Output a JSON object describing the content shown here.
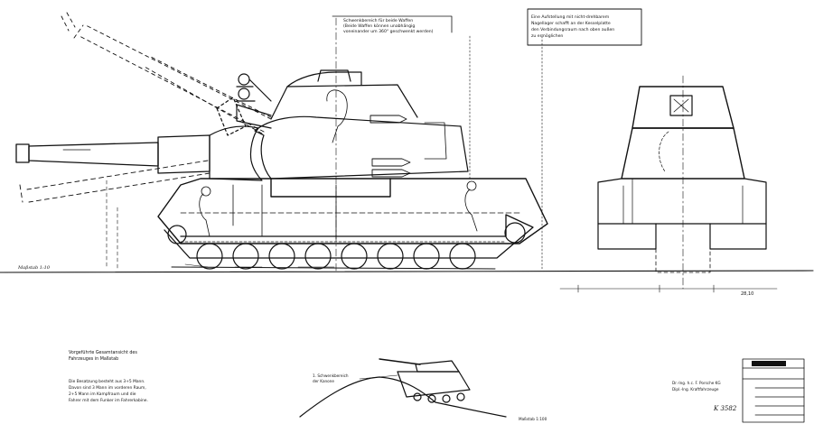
{
  "drawing": {
    "notes": {
      "weapon_note": [
        "Schwenkbereich für beide Waffen",
        "(Beide Waffen können unabhängig",
        "voneinander um 360° geschwenkt werden)"
      ],
      "turret_note": [
        "Eine Aufstellung mit nicht-drehbarem",
        "Nagellager schafft an der Kesselplatte",
        "den Verbindungsraum nach oben außen",
        "zu ermöglichen"
      ],
      "scale_main": "Maßstab 1:10",
      "dimension_right": "28,10",
      "caption": [
        "Vorgeführte Gesamtansicht des",
        "Fahrzeuges in Maßstab"
      ],
      "crew_note": [
        "Die Besatzung besteht aus 3+5 Mann.",
        "Davon sind 3 Mann im vorderen Raum,",
        "2+5 Mann im Kampfraum und die",
        "Fahrer mit dem Funker im Fahrerkabine."
      ],
      "inset_label": [
        "1. Schwenkbereich",
        "der Kanone"
      ],
      "inset_scale": "Maßstab 1:100",
      "title_block": [
        "Dr.-Ing. h.c. F. Porsche KG",
        "Dipl.-Ing. Kraftfahrzeuge"
      ],
      "drawing_number": "K 3582"
    }
  }
}
